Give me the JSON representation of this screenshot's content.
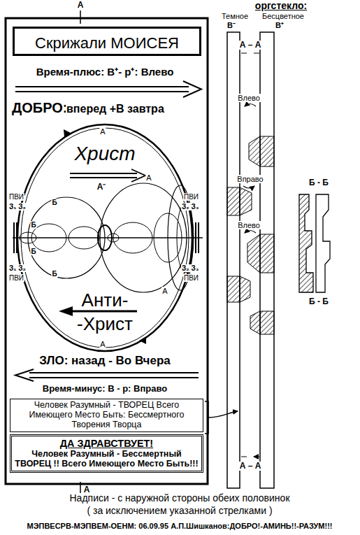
{
  "diagram": {
    "nodes": [
      {
        "text": [
          "Скрижали МОИСЕЯ"
        ]
      },
      {
        "text": [
          "Христ",
          "Анти- -Христ"
        ]
      },
      {
        "text": [
          "Человек Разумный - ТВОРЕЦ Всего Имеющего Место Быть: Бессмертного Творения Творца"
        ]
      },
      {
        "text": [
          "ДА ЗДРАВСТВУЕТ!",
          "Человек Разумный - Бессмертный ТВОРЕЦ !! Всего Имеющего Место Быть!!!"
        ]
      }
    ],
    "labels": [
      "А",
      "оргстекло:",
      "Темное",
      "Бесцветное",
      "В⁻",
      "В⁺",
      "Время-плюс: В⁺- р⁺: Влево",
      "А – А",
      "ДОБРО:",
      "вперед +В завтра",
      "А",
      "Влево",
      "А⁻",
      "А",
      "Вправо",
      "Б - Б",
      "ПВИ",
      "З₁ З₂",
      "ПВИ",
      "З₂ З₃",
      "Б",
      "Б",
      "Влево",
      "Б",
      "Б",
      "З₁ З₂",
      "ПВИ",
      "З₂ З₃",
      "ПВИ",
      "А",
      "Б - Б",
      "А",
      "ЗЛО: назад - Во Вчера",
      "Время-минус: В - р: Вправо",
      "А – А",
      "А",
      "Надписи - с наружной стороны обеих половинок",
      "( за исключением указанной стрелками )",
      "МЭПВЕСРВ-МЭПВЕМ-ОЕНМ: 06.09.95 А.П.Шишканов:ДОБРО!-АМИНЬ!!-РАЗУМ!!!"
    ]
  }
}
